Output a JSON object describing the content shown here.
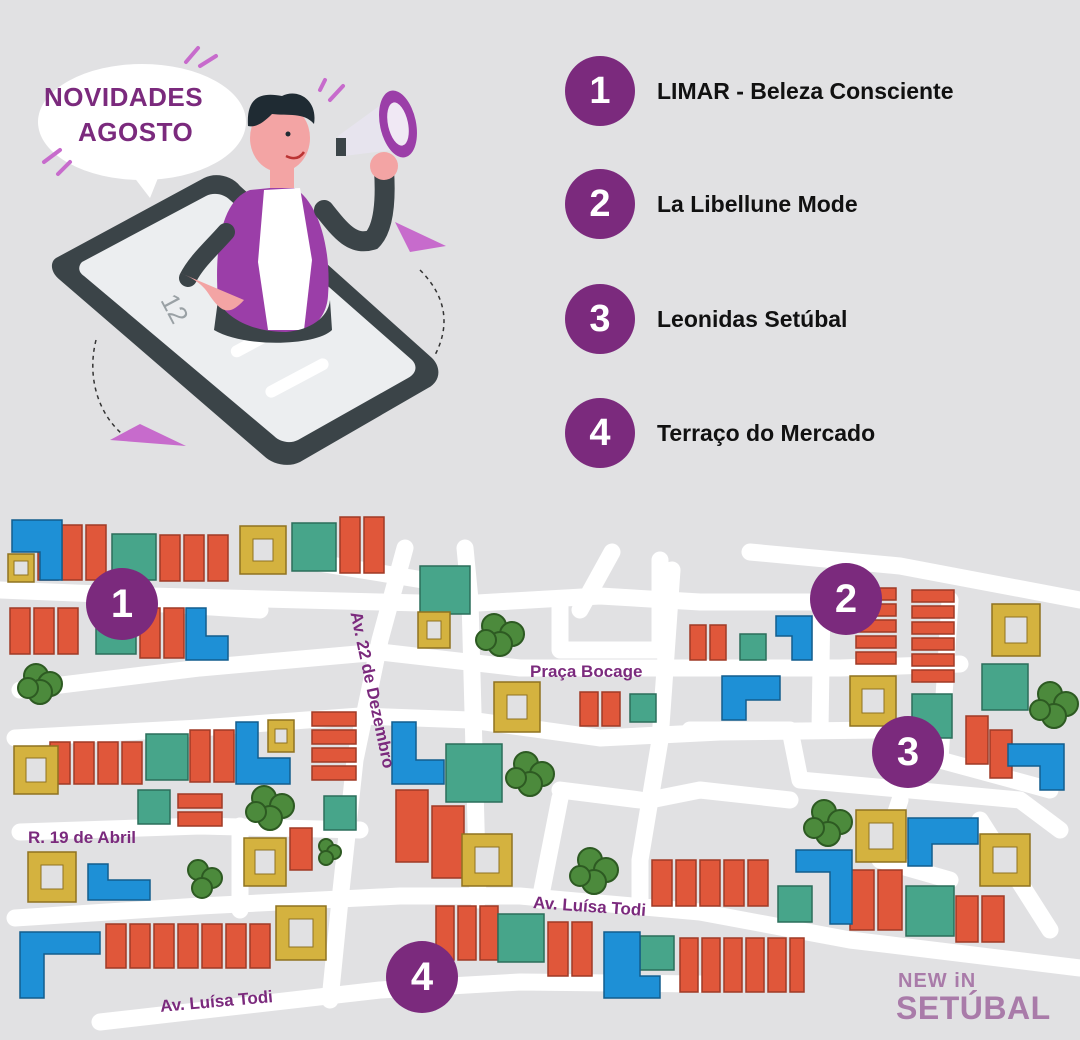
{
  "promo": {
    "line1": "NOVIDADES",
    "line2": "AGOSTO"
  },
  "phone": {
    "clock": "12"
  },
  "legend": [
    {
      "number": "1",
      "label": "LIMAR - Beleza Consciente"
    },
    {
      "number": "2",
      "label": "La Libellune Mode"
    },
    {
      "number": "3",
      "label": "Leonidas Setúbal"
    },
    {
      "number": "4",
      "label": "Terraço do Mercado"
    }
  ],
  "map": {
    "markers": [
      "1",
      "2",
      "3",
      "4"
    ],
    "streets": {
      "av22": "Av. 22 de Dezembro",
      "praca": "Praça Bocage",
      "r19": "R. 19 de Abril",
      "luisa_upper": "Av. Luísa Todi",
      "luisa_lower": "Av. Luísa Todi"
    }
  },
  "brand": {
    "line1": "NEW iN",
    "line2": "SETÚBAL"
  },
  "colors": {
    "accent": "#7b2a7d",
    "background": "#e1e1e3",
    "road": "#ffffff",
    "roof_red": "#e0573a",
    "roof_blue": "#1e90d6",
    "roof_green": "#47a58a",
    "roof_yellow": "#d4b23f",
    "tree": "#4c8a3c"
  }
}
